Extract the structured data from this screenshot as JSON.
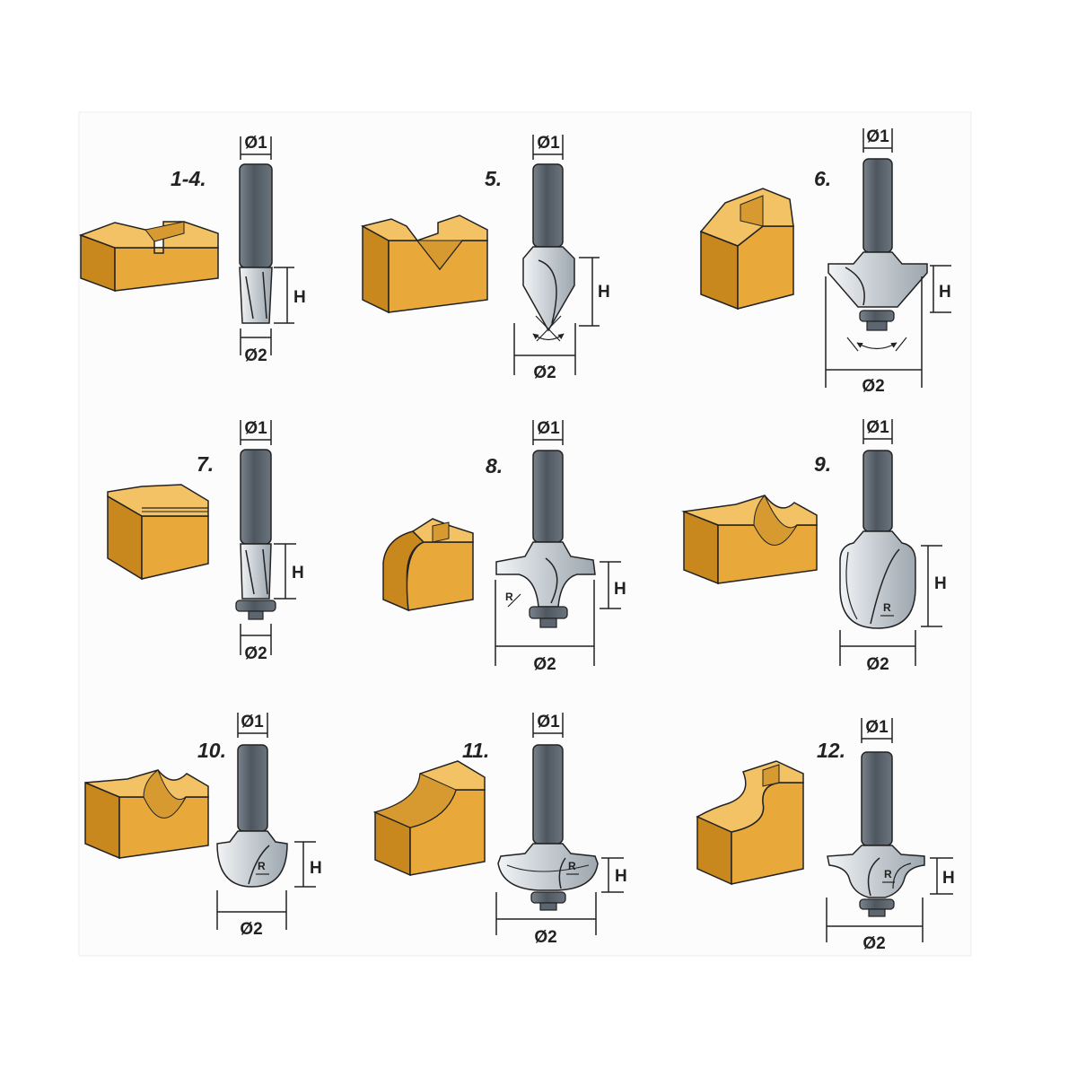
{
  "dimension_labels": {
    "shank_diameter": "Ø1",
    "cut_diameter": "Ø2",
    "height": "H",
    "radius": "R"
  },
  "bits": [
    {
      "number": "1-4.",
      "cutter": "straight"
    },
    {
      "number": "5.",
      "cutter": "v-groove"
    },
    {
      "number": "6.",
      "cutter": "chamfer"
    },
    {
      "number": "7.",
      "cutter": "flush-trim"
    },
    {
      "number": "8.",
      "cutter": "roundover"
    },
    {
      "number": "9.",
      "cutter": "core-box"
    },
    {
      "number": "10.",
      "cutter": "ball-nose"
    },
    {
      "number": "11.",
      "cutter": "cove"
    },
    {
      "number": "12.",
      "cutter": "roman-ogee"
    }
  ],
  "colors": {
    "wood_front": "#e8a83a",
    "wood_side": "#c8881e",
    "wood_top": "#f2c264",
    "shank": "#5d6670",
    "cutter": "#c9cfd4",
    "line": "#222222"
  }
}
